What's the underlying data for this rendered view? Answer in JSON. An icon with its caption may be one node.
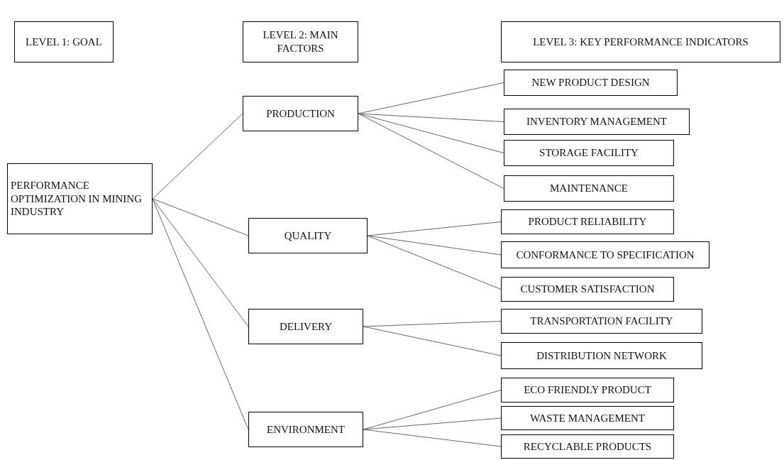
{
  "diagram": {
    "nodes": [
      {
        "text": [
          "LEVEL 1: GOAL"
        ]
      },
      {
        "text": [
          "LEVEL 2: MAIN FACTORS"
        ]
      },
      {
        "text": [
          "LEVEL 3:  KEY PERFORMANCE INDICATORS"
        ]
      },
      {
        "text": [
          "PERFORMANCE OPTIMIZATION IN MINING INDUSTRY"
        ]
      },
      {
        "text": [
          "PRODUCTION"
        ]
      },
      {
        "text": [
          "QUALITY"
        ]
      },
      {
        "text": [
          "DELIVERY"
        ]
      },
      {
        "text": [
          "ENVIRONMENT"
        ]
      },
      {
        "text": [
          "NEW PRODUCT DESIGN"
        ]
      },
      {
        "text": [
          "INVENTORY MANAGEMENT"
        ]
      },
      {
        "text": [
          "STORAGE FACILITY"
        ]
      },
      {
        "text": [
          "MAINTENANCE"
        ]
      },
      {
        "text": [
          "PRODUCT RELIABILITY"
        ]
      },
      {
        "text": [
          "CONFORMANCE TO SPECIFICATION"
        ]
      },
      {
        "text": [
          "CUSTOMER SATISFACTION"
        ]
      },
      {
        "text": [
          "TRANSPORTATION FACILITY"
        ]
      },
      {
        "text": [
          "DISTRIBUTION NETWORK"
        ]
      },
      {
        "text": [
          "ECO FRIENDLY PRODUCT"
        ]
      },
      {
        "text": [
          "WASTE MANAGEMENT"
        ]
      },
      {
        "text": [
          "RECYCLABLE PRODUCTS"
        ]
      }
    ],
    "edges": [
      {
        "from": 3,
        "to": 4,
        "arrow": "none"
      },
      {
        "from": 3,
        "to": 5,
        "arrow": "none"
      },
      {
        "from": 3,
        "to": 6,
        "arrow": "none"
      },
      {
        "from": 3,
        "to": 7,
        "arrow": "none"
      },
      {
        "from": 4,
        "to": 8,
        "arrow": "none"
      },
      {
        "from": 4,
        "to": 9,
        "arrow": "none"
      },
      {
        "from": 4,
        "to": 10,
        "arrow": "none"
      },
      {
        "from": 4,
        "to": 11,
        "arrow": "none"
      },
      {
        "from": 5,
        "to": 12,
        "arrow": "none"
      },
      {
        "from": 5,
        "to": 13,
        "arrow": "none"
      },
      {
        "from": 5,
        "to": 14,
        "arrow": "none"
      },
      {
        "from": 6,
        "to": 15,
        "arrow": "none"
      },
      {
        "from": 6,
        "to": 16,
        "arrow": "none"
      },
      {
        "from": 7,
        "to": 17,
        "arrow": "none"
      },
      {
        "from": 7,
        "to": 18,
        "arrow": "none"
      },
      {
        "from": 7,
        "to": 19,
        "arrow": "none"
      }
    ]
  }
}
